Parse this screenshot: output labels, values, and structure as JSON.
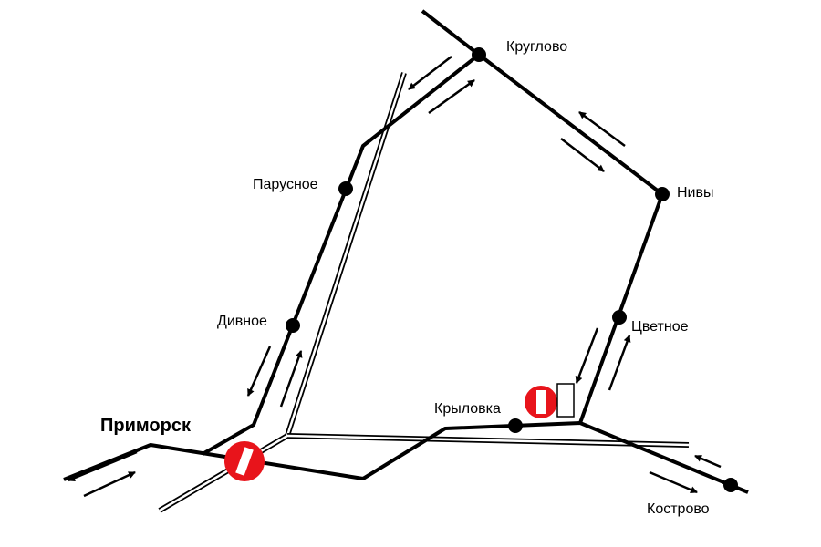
{
  "towns": {
    "primorsk": "Приморск",
    "kruglovo": "Круглово",
    "parusnoe": "Парусное",
    "divnoe": "Дивное",
    "nivy": "Нивы",
    "tsvetnoe": "Цветное",
    "krylovka": "Крыловка",
    "kostrovo": "Кострово"
  },
  "colors": {
    "road": "#000000",
    "no_entry_sign": "#e8141b"
  }
}
